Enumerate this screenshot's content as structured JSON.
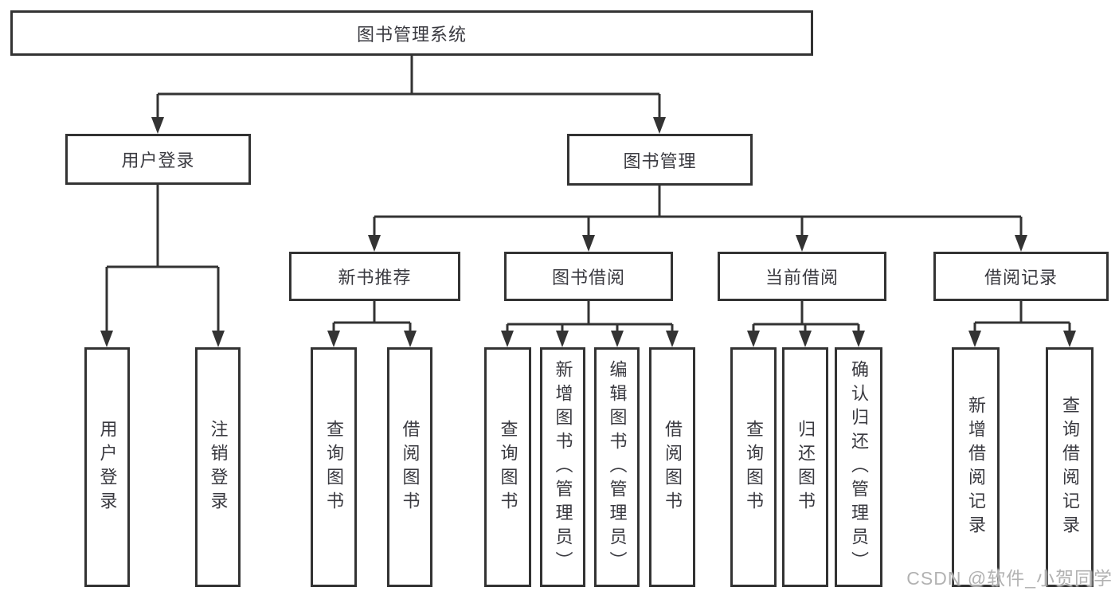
{
  "diagram": {
    "root": "图书管理系统",
    "level2": [
      "用户登录",
      "图书管理"
    ],
    "level3": [
      "新书推荐",
      "图书借阅",
      "当前借阅",
      "借阅记录"
    ],
    "leaves": {
      "user_login": [
        "用户登录",
        "注销登录"
      ],
      "new_book_rec": [
        "查询图书",
        "借阅图书"
      ],
      "book_borrow": [
        "查询图书",
        "新增图书（管理员）",
        "编辑图书（管理员）",
        "借阅图书"
      ],
      "current_borrow": [
        "查询图书",
        "归还图书",
        "确认归还（管理员）"
      ],
      "borrow_records": [
        "新增借阅记录",
        "查询借阅记录"
      ]
    }
  },
  "watermark": "CSDN @软件_小贺同学",
  "colors": {
    "line": "#333333",
    "text": "#3a3a40",
    "background": "#ffffff",
    "watermark": "#b2b2b2"
  }
}
